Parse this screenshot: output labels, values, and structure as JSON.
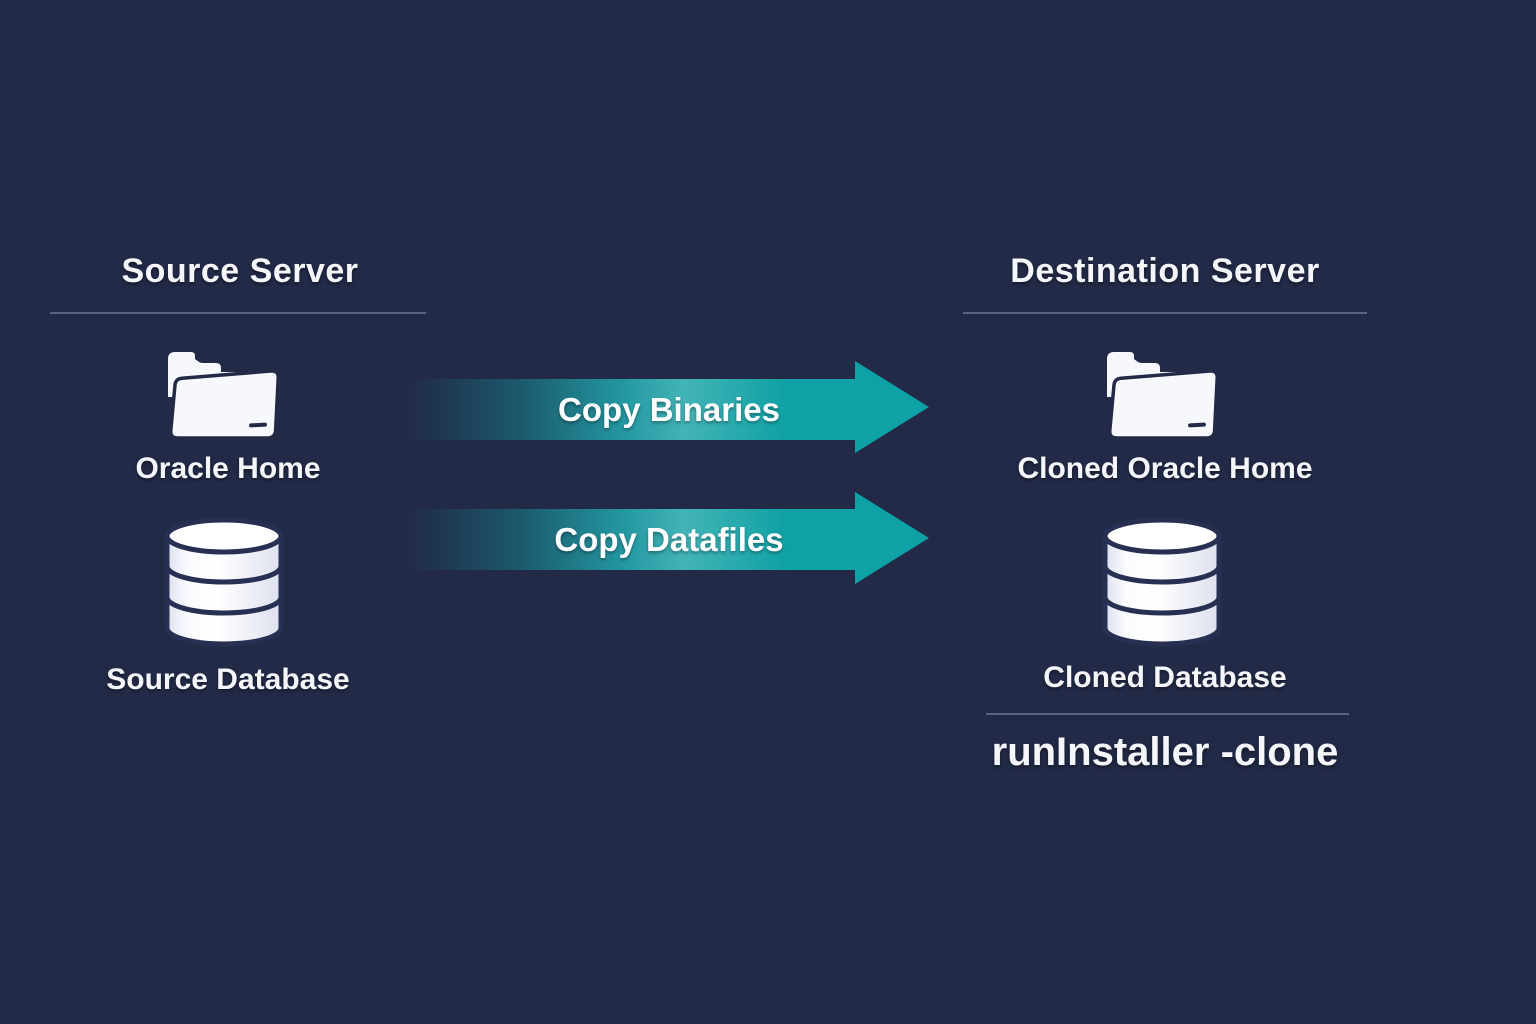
{
  "diagram": {
    "background_color": "#222a47",
    "accent_teal": "#0ea1a5",
    "text_color": "#f4f6fa",
    "source": {
      "title": "Source Server",
      "items": [
        {
          "icon": "folder",
          "label": "Oracle Home"
        },
        {
          "icon": "database",
          "label": "Source Database"
        }
      ]
    },
    "arrows": [
      {
        "label": "Copy Binaries"
      },
      {
        "label": "Copy Datafiles"
      }
    ],
    "destination": {
      "title": "Destination Server",
      "items": [
        {
          "icon": "folder",
          "label": "Cloned Oracle Home"
        },
        {
          "icon": "database",
          "label": "Cloned Database"
        }
      ],
      "command": "runInstaller -clone"
    }
  }
}
